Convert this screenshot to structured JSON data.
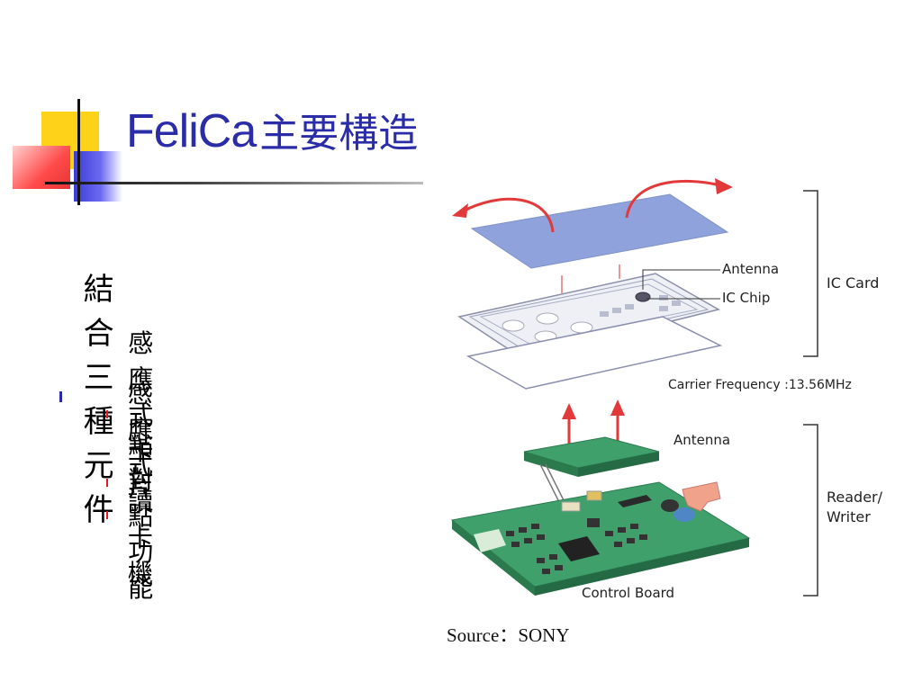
{
  "slide": {
    "title_latin": "FeliCa",
    "title_cjk": "主要構造"
  },
  "bullets": {
    "main": "結合三種元件",
    "sub": [
      "感應式卡片",
      "感應式讀卡機",
      "點對點功能"
    ]
  },
  "diagram": {
    "label_antenna_card": "Antenna",
    "label_ic_chip": "IC Chip",
    "label_ic_card": "IC Card",
    "label_carrier": "Carrier Frequency :13.56MHz",
    "label_antenna_reader": "Antenna",
    "label_reader_writer_line1": "Reader/",
    "label_reader_writer_line2": "Writer",
    "label_control_board": "Control Board"
  },
  "source": "Source：SONY",
  "colors": {
    "title": "#2a2ca8",
    "bullet_main": "#2929a6",
    "bullet_sub": "#e8141e",
    "card": "#8fa2dc",
    "board": "#3fa06c",
    "arrow": "#e23a3a"
  }
}
